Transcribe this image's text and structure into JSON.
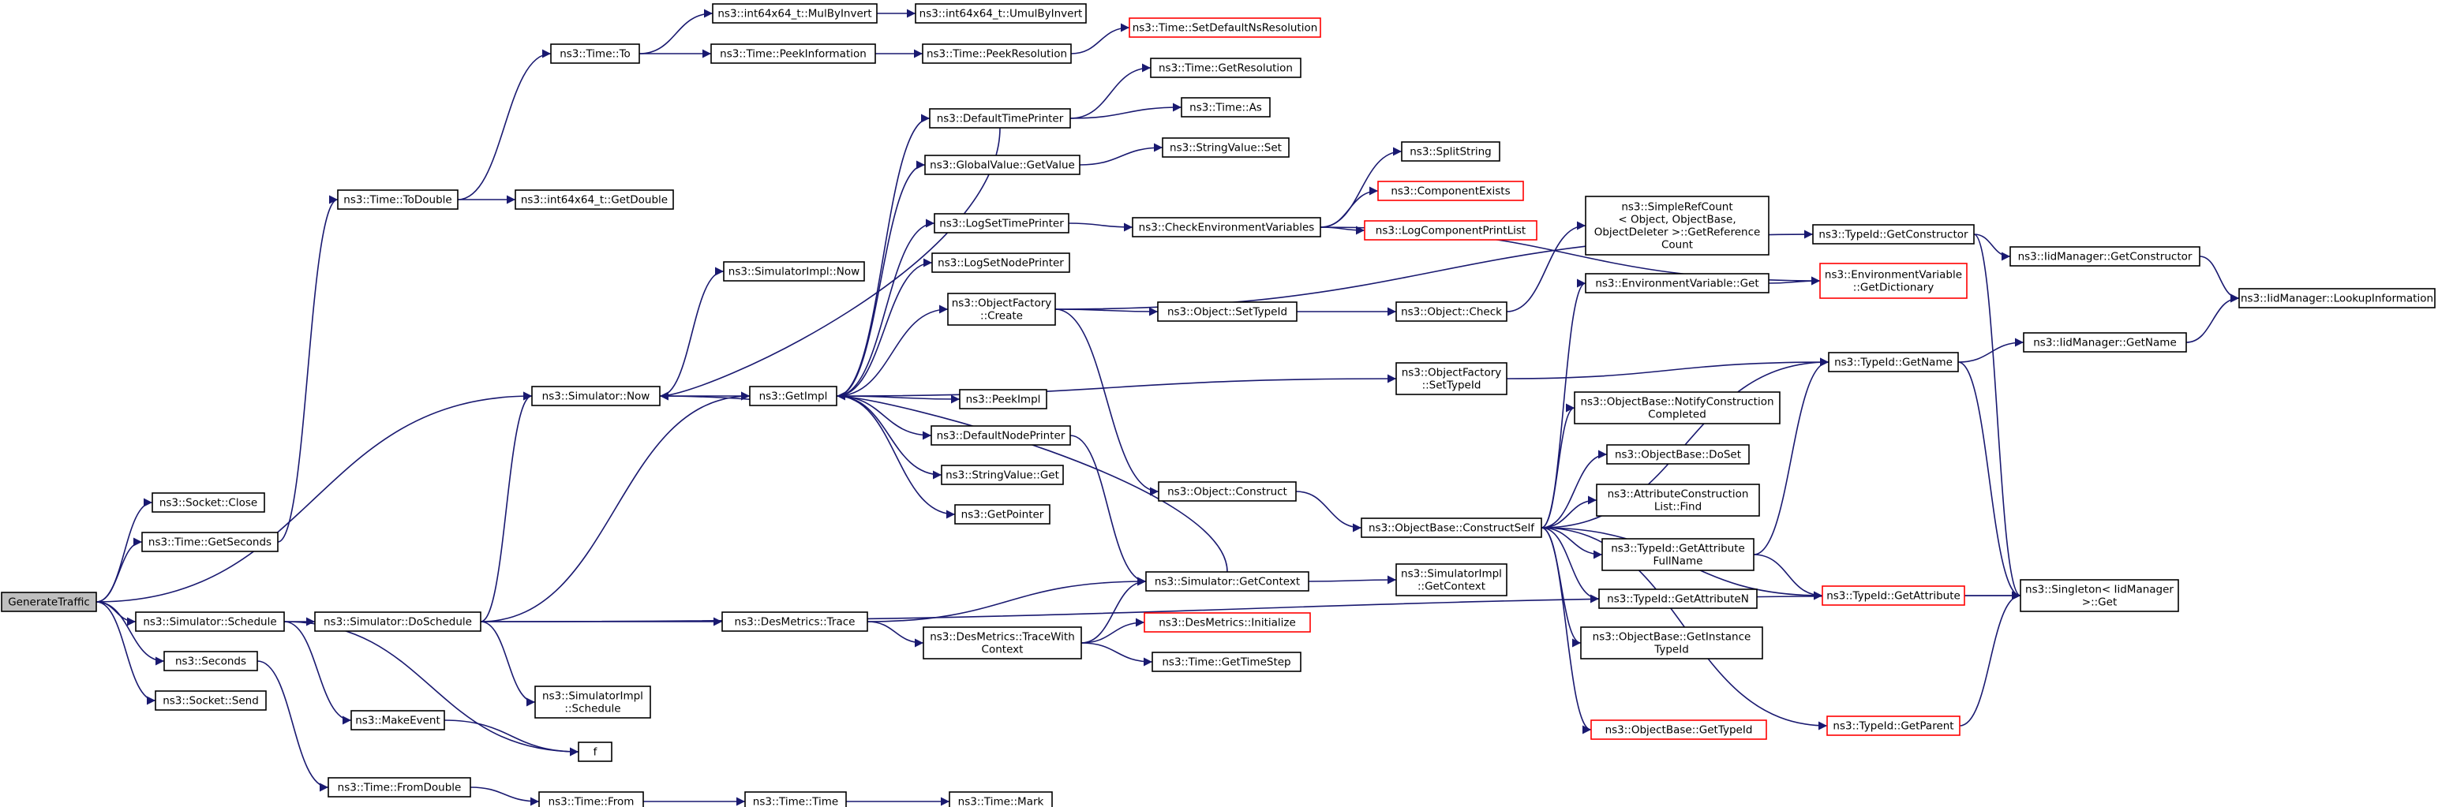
{
  "diagram": {
    "type": "call-graph",
    "colors": {
      "edge": "#191970",
      "root_fill": "#bfbfbf",
      "node_border": "#000000",
      "incomplete_border": "#ff0000"
    },
    "nodes": [
      {
        "id": "GenerateTraffic",
        "lines": [
          "GenerateTraffic"
        ],
        "root": true
      },
      {
        "id": "Socket_Close",
        "lines": [
          "ns3::Socket::Close"
        ]
      },
      {
        "id": "Time_GetSeconds",
        "lines": [
          "ns3::Time::GetSeconds"
        ]
      },
      {
        "id": "Simulator_Schedule",
        "lines": [
          "ns3::Simulator::Schedule"
        ]
      },
      {
        "id": "Seconds",
        "lines": [
          "ns3::Seconds"
        ]
      },
      {
        "id": "Socket_Send",
        "lines": [
          "ns3::Socket::Send"
        ]
      },
      {
        "id": "Time_ToDouble",
        "lines": [
          "ns3::Time::ToDouble"
        ]
      },
      {
        "id": "Simulator_Now",
        "lines": [
          "ns3::Simulator::Now"
        ]
      },
      {
        "id": "Simulator_DoSchedule",
        "lines": [
          "ns3::Simulator::DoSchedule"
        ]
      },
      {
        "id": "MakeEvent",
        "lines": [
          "ns3::MakeEvent"
        ]
      },
      {
        "id": "Time_FromDouble",
        "lines": [
          "ns3::Time::FromDouble"
        ]
      },
      {
        "id": "Time_To",
        "lines": [
          "ns3::Time::To"
        ]
      },
      {
        "id": "int64_GetDouble",
        "lines": [
          "ns3::int64x64_t::GetDouble"
        ]
      },
      {
        "id": "SimulatorImpl_Now",
        "lines": [
          "ns3::SimulatorImpl::Now"
        ]
      },
      {
        "id": "GetImpl",
        "lines": [
          "ns3::GetImpl"
        ]
      },
      {
        "id": "SimulatorImpl_Schedule",
        "lines": [
          "ns3::SimulatorImpl",
          "::Schedule"
        ]
      },
      {
        "id": "f",
        "lines": [
          "f"
        ]
      },
      {
        "id": "Time_From",
        "lines": [
          "ns3::Time::From"
        ]
      },
      {
        "id": "int64_MulByInvert",
        "lines": [
          "ns3::int64x64_t::MulByInvert"
        ]
      },
      {
        "id": "Time_PeekInformation",
        "lines": [
          "ns3::Time::PeekInformation"
        ]
      },
      {
        "id": "DesMetrics_Trace",
        "lines": [
          "ns3::DesMetrics::Trace"
        ]
      },
      {
        "id": "Time_Time",
        "lines": [
          "ns3::Time::Time"
        ]
      },
      {
        "id": "int64_UmulByInvert",
        "lines": [
          "ns3::int64x64_t::UmulByInvert"
        ]
      },
      {
        "id": "Time_PeekResolution",
        "lines": [
          "ns3::Time::PeekResolution"
        ]
      },
      {
        "id": "DefaultTimePrinter",
        "lines": [
          "ns3::DefaultTimePrinter"
        ]
      },
      {
        "id": "GlobalValue_GetValue",
        "lines": [
          "ns3::GlobalValue::GetValue"
        ]
      },
      {
        "id": "LogSetTimePrinter",
        "lines": [
          "ns3::LogSetTimePrinter"
        ]
      },
      {
        "id": "LogSetNodePrinter",
        "lines": [
          "ns3::LogSetNodePrinter"
        ]
      },
      {
        "id": "ObjectFactory_Create",
        "lines": [
          "ns3::ObjectFactory",
          "::Create"
        ]
      },
      {
        "id": "PeekImpl",
        "lines": [
          "ns3::PeekImpl"
        ]
      },
      {
        "id": "DefaultNodePrinter",
        "lines": [
          "ns3::DefaultNodePrinter"
        ]
      },
      {
        "id": "StringValue_Get",
        "lines": [
          "ns3::StringValue::Get"
        ]
      },
      {
        "id": "GetPointer",
        "lines": [
          "ns3::GetPointer"
        ]
      },
      {
        "id": "DesMetrics_TraceWithContext",
        "lines": [
          "ns3::DesMetrics::TraceWith",
          "Context"
        ]
      },
      {
        "id": "Time_Mark",
        "lines": [
          "ns3::Time::Mark"
        ]
      },
      {
        "id": "Time_SetDefaultNsResolution",
        "lines": [
          "ns3::Time::SetDefaultNsResolution"
        ],
        "incomplete": true
      },
      {
        "id": "Time_GetResolution",
        "lines": [
          "ns3::Time::GetResolution"
        ]
      },
      {
        "id": "Time_As",
        "lines": [
          "ns3::Time::As"
        ]
      },
      {
        "id": "StringValue_Set",
        "lines": [
          "ns3::StringValue::Set"
        ]
      },
      {
        "id": "CheckEnvironmentVariables",
        "lines": [
          "ns3::CheckEnvironmentVariables"
        ]
      },
      {
        "id": "Object_SetTypeId",
        "lines": [
          "ns3::Object::SetTypeId"
        ]
      },
      {
        "id": "Object_Construct",
        "lines": [
          "ns3::Object::Construct"
        ]
      },
      {
        "id": "Simulator_GetContext",
        "lines": [
          "ns3::Simulator::GetContext"
        ]
      },
      {
        "id": "DesMetrics_Initialize",
        "lines": [
          "ns3::DesMetrics::Initialize"
        ],
        "incomplete": true
      },
      {
        "id": "Time_GetTimeStep",
        "lines": [
          "ns3::Time::GetTimeStep"
        ]
      },
      {
        "id": "SplitString",
        "lines": [
          "ns3::SplitString"
        ]
      },
      {
        "id": "ComponentExists",
        "lines": [
          "ns3::ComponentExists"
        ],
        "incomplete": true
      },
      {
        "id": "LogComponentPrintList",
        "lines": [
          "ns3::LogComponentPrintList"
        ],
        "incomplete": true
      },
      {
        "id": "Object_Check",
        "lines": [
          "ns3::Object::Check"
        ]
      },
      {
        "id": "ObjectFactory_SetTypeId",
        "lines": [
          "ns3::ObjectFactory",
          "::SetTypeId"
        ]
      },
      {
        "id": "ObjectBase_ConstructSelf",
        "lines": [
          "ns3::ObjectBase::ConstructSelf"
        ]
      },
      {
        "id": "SimulatorImpl_GetContext",
        "lines": [
          "ns3::SimulatorImpl",
          "::GetContext"
        ]
      },
      {
        "id": "SimpleRefCount",
        "lines": [
          "ns3::SimpleRefCount",
          "< Object, ObjectBase,",
          "ObjectDeleter >::GetReference",
          "Count"
        ]
      },
      {
        "id": "EnvironmentVariable_Get",
        "lines": [
          "ns3::EnvironmentVariable::Get"
        ]
      },
      {
        "id": "ObjectBase_NotifyConstructionCompleted",
        "lines": [
          "ns3::ObjectBase::NotifyConstruction",
          "Completed"
        ]
      },
      {
        "id": "ObjectBase_DoSet",
        "lines": [
          "ns3::ObjectBase::DoSet"
        ]
      },
      {
        "id": "AttributeConstructionList_Find",
        "lines": [
          "ns3::AttributeConstruction",
          "List::Find"
        ]
      },
      {
        "id": "TypeId_GetAttributeFullName",
        "lines": [
          "ns3::TypeId::GetAttribute",
          "FullName"
        ]
      },
      {
        "id": "TypeId_GetAttributeN",
        "lines": [
          "ns3::TypeId::GetAttributeN"
        ]
      },
      {
        "id": "ObjectBase_GetInstanceTypeId",
        "lines": [
          "ns3::ObjectBase::GetInstance",
          "TypeId"
        ]
      },
      {
        "id": "ObjectBase_GetTypeId",
        "lines": [
          "ns3::ObjectBase::GetTypeId"
        ],
        "incomplete": true
      },
      {
        "id": "TypeId_GetConstructor",
        "lines": [
          "ns3::TypeId::GetConstructor"
        ]
      },
      {
        "id": "EnvironmentVariable_GetDictionary",
        "lines": [
          "ns3::EnvironmentVariable",
          "::GetDictionary"
        ],
        "incomplete": true
      },
      {
        "id": "TypeId_GetName",
        "lines": [
          "ns3::TypeId::GetName"
        ]
      },
      {
        "id": "TypeId_GetAttribute",
        "lines": [
          "ns3::TypeId::GetAttribute"
        ],
        "incomplete": true
      },
      {
        "id": "TypeId_GetParent",
        "lines": [
          "ns3::TypeId::GetParent"
        ],
        "incomplete": true
      },
      {
        "id": "IidManager_GetConstructor",
        "lines": [
          "ns3::IidManager::GetConstructor"
        ]
      },
      {
        "id": "IidManager_GetName",
        "lines": [
          "ns3::IidManager::GetName"
        ]
      },
      {
        "id": "Singleton_Get",
        "lines": [
          "ns3::Singleton< IidManager",
          " >::Get"
        ]
      },
      {
        "id": "IidManager_LookupInformation",
        "lines": [
          "ns3::IidManager::LookupInformation"
        ]
      }
    ],
    "edges": [
      [
        "GenerateTraffic",
        "Socket_Close"
      ],
      [
        "GenerateTraffic",
        "Time_GetSeconds"
      ],
      [
        "GenerateTraffic",
        "Simulator_Now"
      ],
      [
        "GenerateTraffic",
        "Simulator_Schedule"
      ],
      [
        "GenerateTraffic",
        "Seconds"
      ],
      [
        "GenerateTraffic",
        "Socket_Send"
      ],
      [
        "Time_GetSeconds",
        "Time_ToDouble"
      ],
      [
        "Time_ToDouble",
        "Time_To"
      ],
      [
        "Time_ToDouble",
        "int64_GetDouble"
      ],
      [
        "Time_To",
        "int64_MulByInvert"
      ],
      [
        "Time_To",
        "Time_PeekInformation"
      ],
      [
        "int64_MulByInvert",
        "int64_UmulByInvert"
      ],
      [
        "Time_PeekInformation",
        "Time_PeekResolution"
      ],
      [
        "Time_PeekResolution",
        "Time_SetDefaultNsResolution"
      ],
      [
        "Simulator_Now",
        "SimulatorImpl_Now"
      ],
      [
        "Simulator_Now",
        "GetImpl"
      ],
      [
        "Simulator_Schedule",
        "Simulator_DoSchedule"
      ],
      [
        "Simulator_Schedule",
        "MakeEvent"
      ],
      [
        "Simulator_Schedule",
        "f"
      ],
      [
        "Seconds",
        "Time_FromDouble"
      ],
      [
        "Simulator_DoSchedule",
        "Simulator_Now"
      ],
      [
        "Simulator_DoSchedule",
        "GetImpl"
      ],
      [
        "Simulator_DoSchedule",
        "DesMetrics_Trace"
      ],
      [
        "Simulator_DoSchedule",
        "SimulatorImpl_Schedule"
      ],
      [
        "Simulator_DoSchedule",
        "Singleton_Get"
      ],
      [
        "MakeEvent",
        "f"
      ],
      [
        "Time_FromDouble",
        "Time_From"
      ],
      [
        "Time_From",
        "Time_Time"
      ],
      [
        "Time_Time",
        "Time_Mark"
      ],
      [
        "GetImpl",
        "DefaultTimePrinter"
      ],
      [
        "GetImpl",
        "GlobalValue_GetValue"
      ],
      [
        "GetImpl",
        "LogSetTimePrinter"
      ],
      [
        "GetImpl",
        "LogSetNodePrinter"
      ],
      [
        "GetImpl",
        "ObjectFactory_Create"
      ],
      [
        "GetImpl",
        "PeekImpl"
      ],
      [
        "GetImpl",
        "ObjectFactory_SetTypeId"
      ],
      [
        "GetImpl",
        "DefaultNodePrinter"
      ],
      [
        "GetImpl",
        "StringValue_Get"
      ],
      [
        "GetImpl",
        "GetPointer"
      ],
      [
        "GetImpl",
        "Simulator_Now"
      ],
      [
        "Simulator_GetContext",
        "GetImpl"
      ],
      [
        "DefaultTimePrinter",
        "Time_GetResolution"
      ],
      [
        "DefaultTimePrinter",
        "Time_As"
      ],
      [
        "DefaultTimePrinter",
        "Simulator_Now"
      ],
      [
        "GlobalValue_GetValue",
        "StringValue_Set"
      ],
      [
        "LogSetTimePrinter",
        "CheckEnvironmentVariables"
      ],
      [
        "CheckEnvironmentVariables",
        "SplitString"
      ],
      [
        "CheckEnvironmentVariables",
        "ComponentExists"
      ],
      [
        "CheckEnvironmentVariables",
        "LogComponentPrintList"
      ],
      [
        "CheckEnvironmentVariables",
        "EnvironmentVariable_GetDictionary"
      ],
      [
        "ObjectFactory_Create",
        "Object_SetTypeId"
      ],
      [
        "ObjectFactory_Create",
        "Object_Construct"
      ],
      [
        "ObjectFactory_Create",
        "TypeId_GetConstructor"
      ],
      [
        "Object_SetTypeId",
        "Object_Check"
      ],
      [
        "Object_Check",
        "SimpleRefCount"
      ],
      [
        "Object_Construct",
        "ObjectBase_ConstructSelf"
      ],
      [
        "ObjectFactory_SetTypeId",
        "TypeId_GetName"
      ],
      [
        "DefaultNodePrinter",
        "Simulator_GetContext"
      ],
      [
        "DesMetrics_Trace",
        "Simulator_GetContext"
      ],
      [
        "DesMetrics_Trace",
        "DesMetrics_TraceWithContext"
      ],
      [
        "DesMetrics_TraceWithContext",
        "Simulator_GetContext"
      ],
      [
        "DesMetrics_TraceWithContext",
        "DesMetrics_Initialize"
      ],
      [
        "DesMetrics_TraceWithContext",
        "Time_GetTimeStep"
      ],
      [
        "Simulator_GetContext",
        "SimulatorImpl_GetContext"
      ],
      [
        "ObjectBase_ConstructSelf",
        "EnvironmentVariable_Get"
      ],
      [
        "ObjectBase_ConstructSelf",
        "TypeId_GetName"
      ],
      [
        "ObjectBase_ConstructSelf",
        "ObjectBase_NotifyConstructionCompleted"
      ],
      [
        "ObjectBase_ConstructSelf",
        "ObjectBase_DoSet"
      ],
      [
        "ObjectBase_ConstructSelf",
        "AttributeConstructionList_Find"
      ],
      [
        "ObjectBase_ConstructSelf",
        "TypeId_GetAttributeFullName"
      ],
      [
        "ObjectBase_ConstructSelf",
        "TypeId_GetAttributeN"
      ],
      [
        "ObjectBase_ConstructSelf",
        "ObjectBase_GetInstanceTypeId"
      ],
      [
        "ObjectBase_ConstructSelf",
        "ObjectBase_GetTypeId"
      ],
      [
        "ObjectBase_ConstructSelf",
        "TypeId_GetAttribute"
      ],
      [
        "ObjectBase_ConstructSelf",
        "TypeId_GetParent"
      ],
      [
        "EnvironmentVariable_Get",
        "EnvironmentVariable_GetDictionary"
      ],
      [
        "TypeId_GetAttributeFullName",
        "TypeId_GetName"
      ],
      [
        "TypeId_GetAttributeFullName",
        "TypeId_GetAttribute"
      ],
      [
        "TypeId_GetConstructor",
        "IidManager_GetConstructor"
      ],
      [
        "TypeId_GetConstructor",
        "Singleton_Get"
      ],
      [
        "TypeId_GetName",
        "IidManager_GetName"
      ],
      [
        "TypeId_GetName",
        "Singleton_Get"
      ],
      [
        "TypeId_GetAttribute",
        "Singleton_Get"
      ],
      [
        "TypeId_GetParent",
        "Singleton_Get"
      ],
      [
        "IidManager_GetConstructor",
        "IidManager_LookupInformation"
      ],
      [
        "IidManager_GetName",
        "IidManager_LookupInformation"
      ]
    ]
  }
}
